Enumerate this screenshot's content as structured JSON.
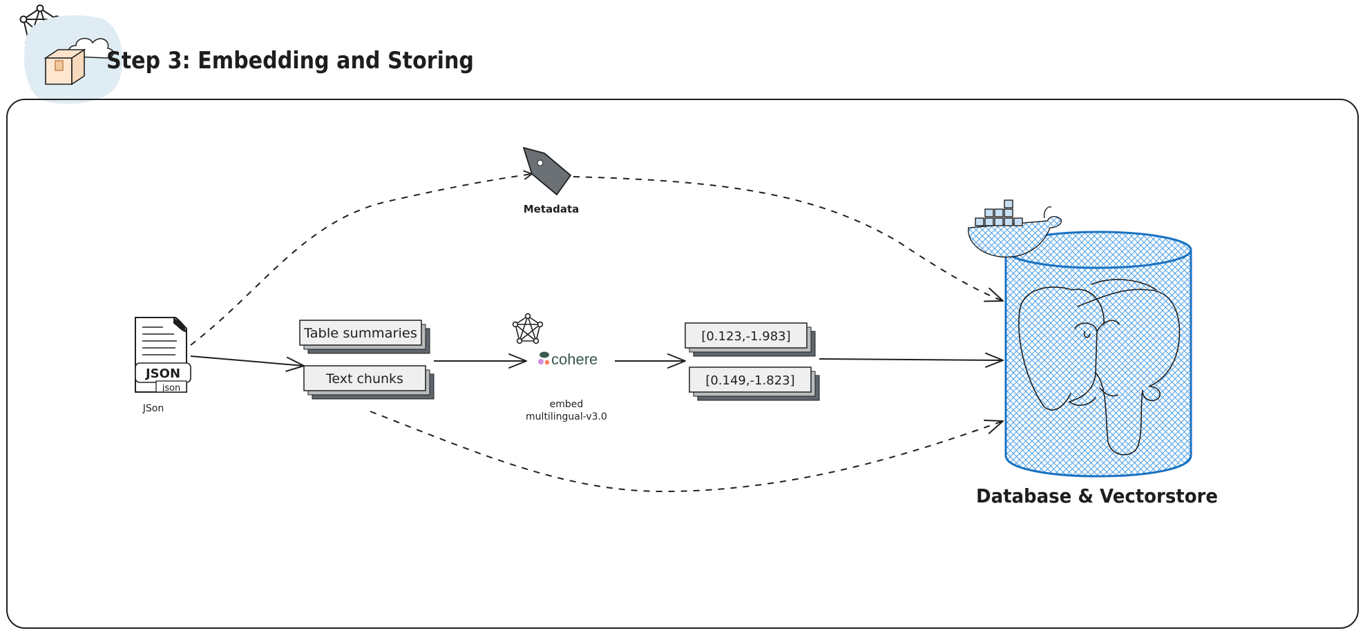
{
  "header": {
    "title": "Step 3: Embedding and Storing"
  },
  "source": {
    "badge": "JSON",
    "subbadge": "json",
    "label": "JSon"
  },
  "chunks": {
    "table_summaries": "Table summaries",
    "text_chunks": "Text chunks"
  },
  "metadata": {
    "label": "Metadata"
  },
  "embedder": {
    "brand": "cohere",
    "caption_line1": "embed",
    "caption_line2": "multilingual-v3.0"
  },
  "vectors": {
    "v1": "[0.123,-1.983]",
    "v2": "[0.149,-1.823]"
  },
  "store": {
    "label": "Database & Vectorstore"
  },
  "colors": {
    "ink": "#1e1e1e",
    "db_blue": "#1971c2",
    "db_fill": "#a5d8ff",
    "tag_gray": "#6b7075",
    "card_fill": "#efefef",
    "card_shadow": "#5f666d",
    "cohere_green": "#39594d",
    "cohere_pink": "#d18ee2",
    "cohere_coral": "#ff7759",
    "box_fill": "#fde6cf",
    "cloud_fill": "#dfecf3"
  }
}
